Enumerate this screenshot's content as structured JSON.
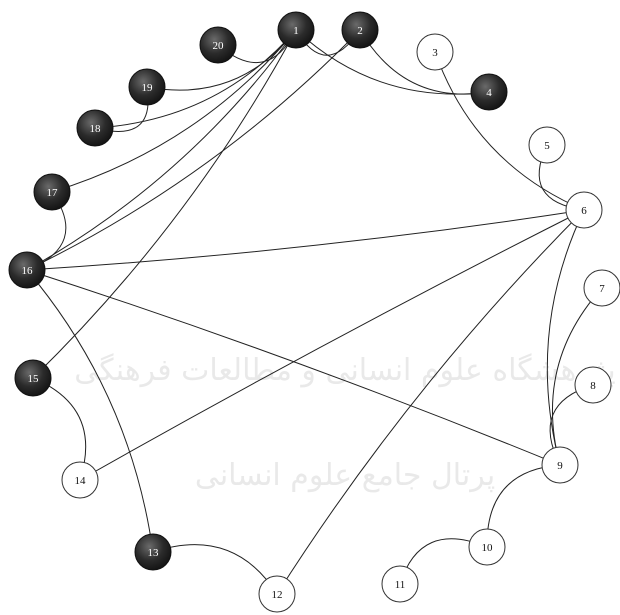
{
  "colors": {
    "dark_node_fill": "#2b2b2b",
    "light_node_fill": "#ffffff",
    "edge": "#222222",
    "dark_label": "#ffffff",
    "light_label": "#111111",
    "watermark": "#e9e9e9"
  },
  "watermark": {
    "line1": "پژوهشگاه علوم انسانی و مطالعات فرهنگی",
    "line2": "پرتال جامع علوم انسانی"
  },
  "nodes": [
    {
      "id": "1",
      "label": "1",
      "filled": true
    },
    {
      "id": "2",
      "label": "2",
      "filled": true
    },
    {
      "id": "3",
      "label": "3",
      "filled": false
    },
    {
      "id": "4",
      "label": "4",
      "filled": true
    },
    {
      "id": "5",
      "label": "5",
      "filled": false
    },
    {
      "id": "6",
      "label": "6",
      "filled": false
    },
    {
      "id": "7",
      "label": "7",
      "filled": false
    },
    {
      "id": "8",
      "label": "8",
      "filled": false
    },
    {
      "id": "9",
      "label": "9",
      "filled": false
    },
    {
      "id": "10",
      "label": "10",
      "filled": false
    },
    {
      "id": "11",
      "label": "11",
      "filled": false
    },
    {
      "id": "12",
      "label": "12",
      "filled": false
    },
    {
      "id": "13",
      "label": "13",
      "filled": true
    },
    {
      "id": "14",
      "label": "14",
      "filled": false
    },
    {
      "id": "15",
      "label": "15",
      "filled": true
    },
    {
      "id": "16",
      "label": "16",
      "filled": true
    },
    {
      "id": "17",
      "label": "17",
      "filled": true
    },
    {
      "id": "18",
      "label": "18",
      "filled": true
    },
    {
      "id": "19",
      "label": "19",
      "filled": true
    },
    {
      "id": "20",
      "label": "20",
      "filled": true
    }
  ],
  "edges": [
    [
      "1",
      "2"
    ],
    [
      "1",
      "4"
    ],
    [
      "1",
      "19"
    ],
    [
      "1",
      "18"
    ],
    [
      "1",
      "17"
    ],
    [
      "1",
      "16"
    ],
    [
      "1",
      "15"
    ],
    [
      "2",
      "4"
    ],
    [
      "2",
      "16"
    ],
    [
      "20",
      "1"
    ],
    [
      "3",
      "6"
    ],
    [
      "5",
      "6"
    ],
    [
      "6",
      "16"
    ],
    [
      "6",
      "14"
    ],
    [
      "6",
      "12"
    ],
    [
      "6",
      "9"
    ],
    [
      "16",
      "9"
    ],
    [
      "16",
      "13"
    ],
    [
      "17",
      "16"
    ],
    [
      "19",
      "18"
    ],
    [
      "7",
      "9"
    ],
    [
      "8",
      "9"
    ],
    [
      "9",
      "10"
    ],
    [
      "10",
      "11"
    ],
    [
      "13",
      "12"
    ],
    [
      "15",
      "14"
    ]
  ]
}
